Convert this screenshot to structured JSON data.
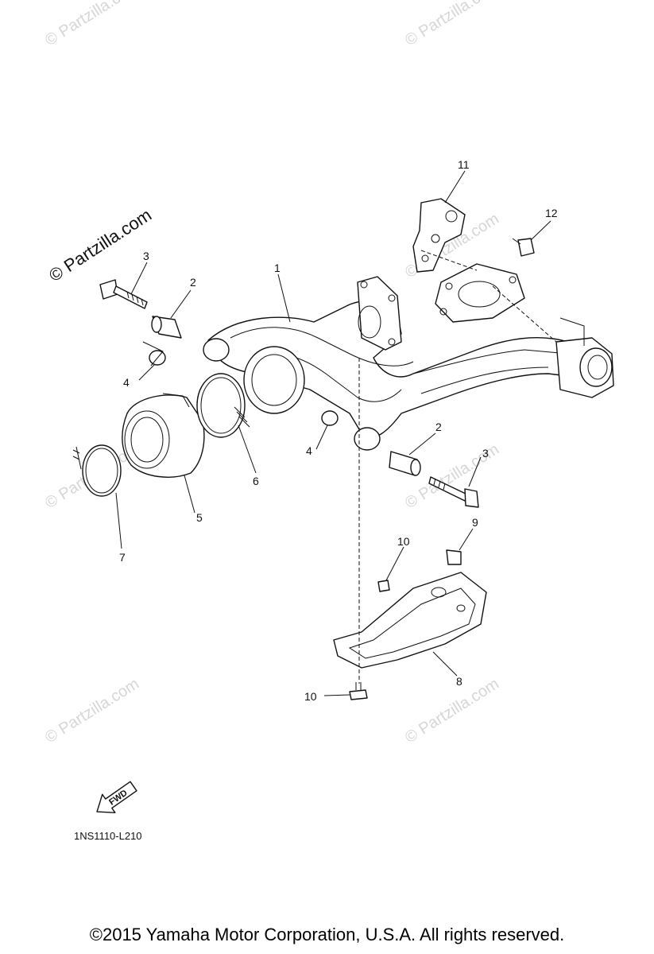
{
  "watermarks": {
    "brand_main": "© Partzilla.com",
    "brand_faint": "© Partzilla.com"
  },
  "callouts": [
    "1",
    "2",
    "3",
    "4",
    "5",
    "6",
    "7",
    "8",
    "9",
    "10",
    "11",
    "12"
  ],
  "fwd_label": "FWD",
  "diagram_code": "1NS1110-L210",
  "copyright": "©2015 Yamaha Motor Corporation, U.S.A. All rights reserved."
}
